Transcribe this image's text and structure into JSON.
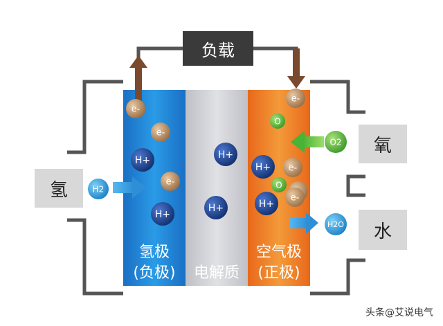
{
  "load": {
    "label": "负载"
  },
  "left_box": {
    "label": "氢"
  },
  "right_top_box": {
    "label": "氧"
  },
  "right_bottom_box": {
    "label": "水"
  },
  "regions": {
    "anode_line1": "氢极",
    "anode_line2": "(负极)",
    "electrolyte": "电解质",
    "cathode_line1": "空气极",
    "cathode_line2": "(正极)"
  },
  "particles": {
    "electron": "e-",
    "proton": "H+",
    "oxygen_atom": "O",
    "hydrogen_molecule": "H2",
    "oxygen_molecule": "O2",
    "water": "H2O"
  },
  "watermark": "头条@艾说电气",
  "colors": {
    "anode_blue": "#1f86d6",
    "electrolyte_gray": "#cfcfd4",
    "cathode_orange": "#ef7d22",
    "electron_brown": "#a1774e",
    "proton_navy": "#1d3f8e",
    "oxygen_green": "#4fb83a",
    "molecule_blue": "#2d9ee0",
    "wire_gray": "#555555",
    "arrow_brown": "#7a4a2e"
  }
}
